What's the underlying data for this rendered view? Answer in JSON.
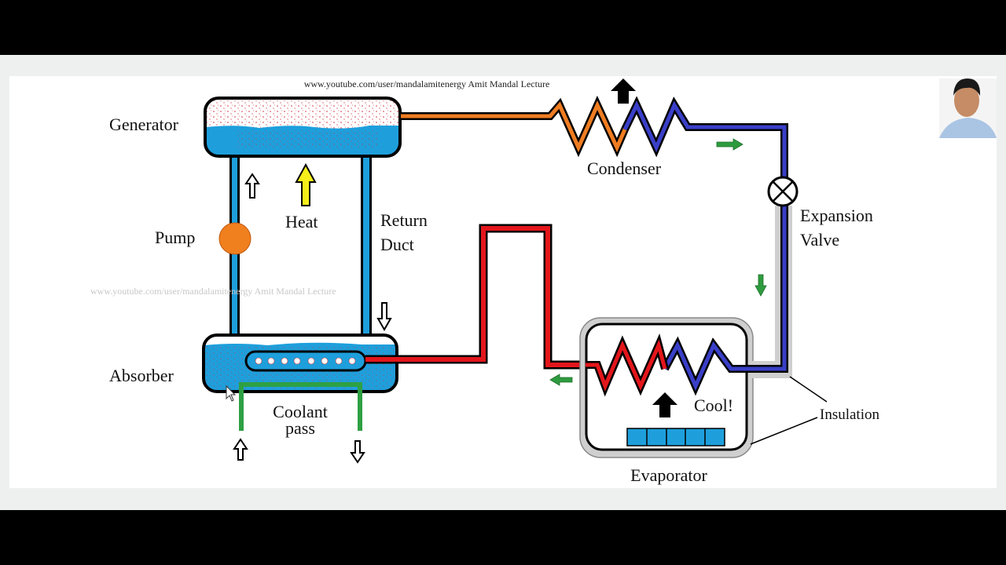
{
  "watermark_top": "www.youtube.com/user/mandalamitenergy Amit Mandal Lecture",
  "watermark_mid": "www.youtube.com/user/mandalamitenergy Amit Mandal Lecture",
  "labels": {
    "generator": "Generator",
    "heat": "Heat",
    "pump": "Pump",
    "return_duct_1": "Return",
    "return_duct_2": "Duct",
    "absorber": "Absorber",
    "coolant_1": "Coolant",
    "coolant_2": "pass",
    "condenser": "Condenser",
    "expansion_1": "Expansion",
    "expansion_2": "Valve",
    "cool": "Cool!",
    "insulation": "Insulation",
    "evaporator": "Evaporator"
  },
  "colors": {
    "liquid": "#1e9fdc",
    "hot_vapor_pipe": "#ef7d22",
    "cold_refrigerant_pipe": "#3a3fc8",
    "absorber_feed_pipe": "#e3161b",
    "coolant_pipe": "#2ea043",
    "pump": "#f07f1e",
    "heat_arrow": "#f5ee1a",
    "flow_arrow": "#2e9b3e",
    "insulation": "#c8c8c8"
  }
}
